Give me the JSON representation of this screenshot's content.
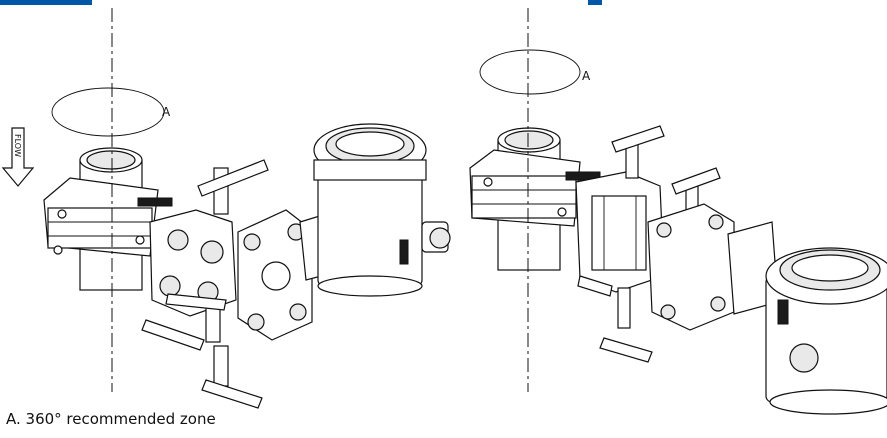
{
  "figure": {
    "left_zone_marker": "A",
    "right_zone_marker": "A",
    "flow_arrow_label": "FLOW",
    "caption": "A. 360° recommended zone",
    "accent_color": "#0057a8"
  }
}
